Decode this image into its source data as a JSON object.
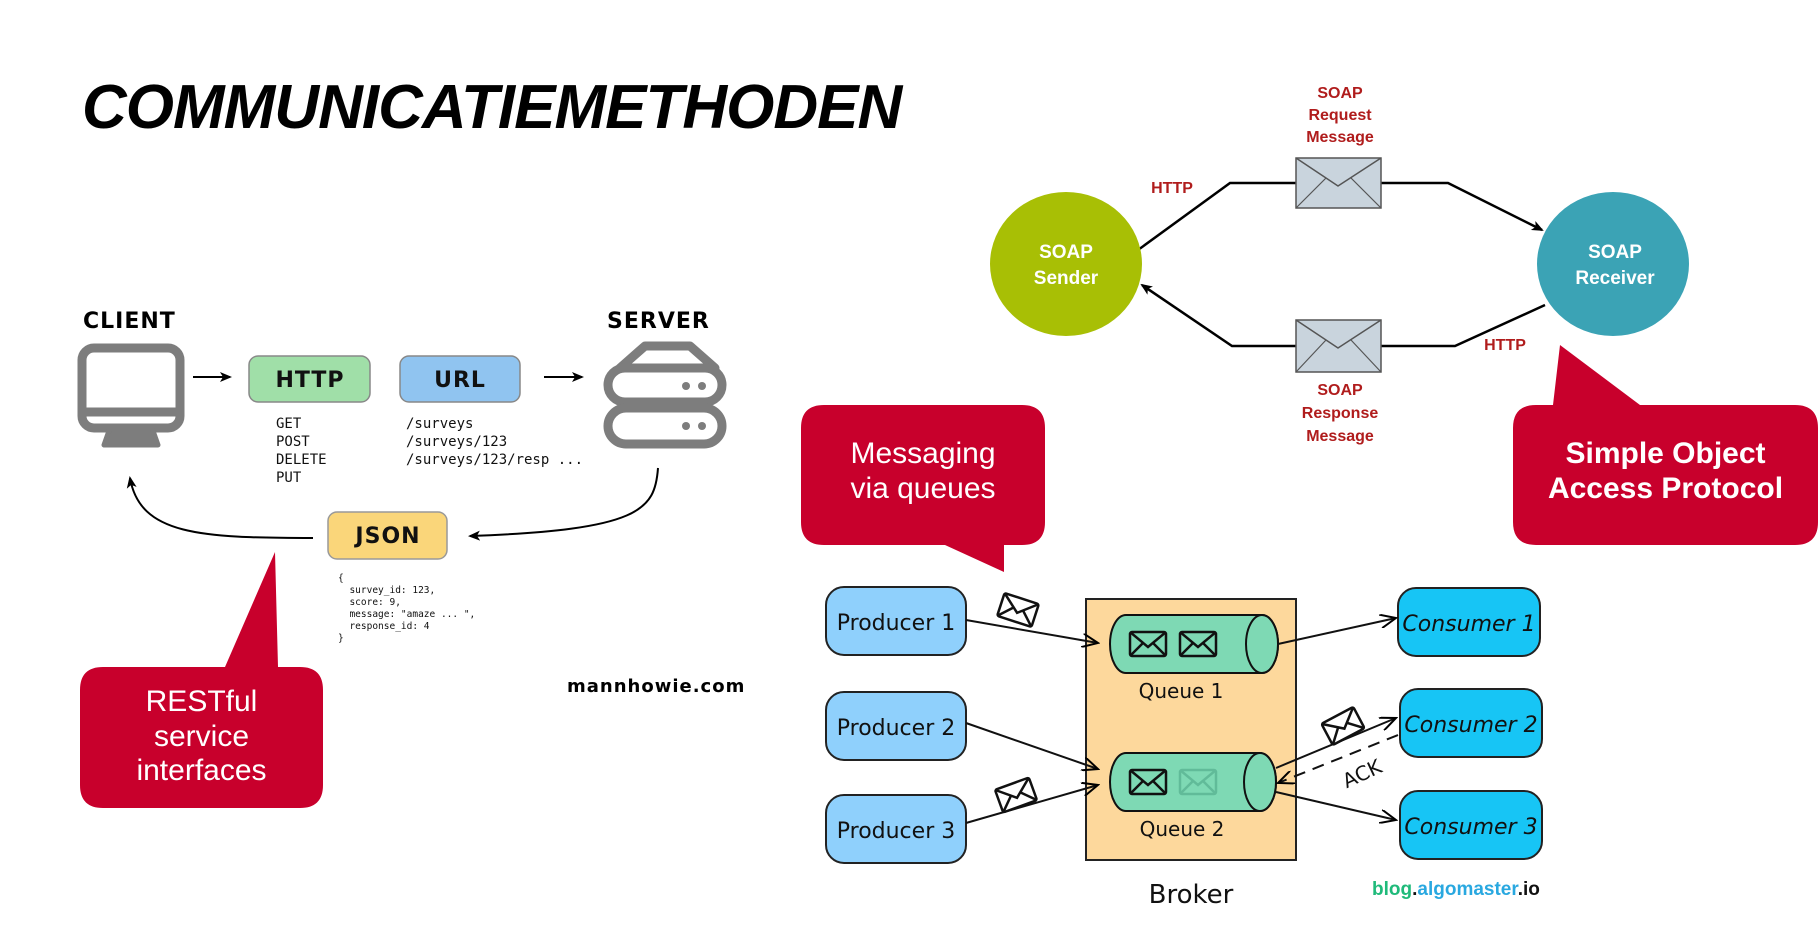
{
  "slide": {
    "title": "COMMUNICATIEMETHODEN"
  },
  "rest_diagram": {
    "client_label": "CLIENT",
    "server_label": "SERVER",
    "http_label": "HTTP",
    "url_label": "URL",
    "json_label": "JSON",
    "methods": [
      "GET",
      "POST",
      "DELETE",
      "PUT"
    ],
    "urls": [
      "/surveys",
      "/surveys/123",
      "/surveys/123/resp ..."
    ],
    "json_lines": [
      "{",
      "  survey_id: 123,",
      "  score: 9,",
      "  message: \"amaze ... \",",
      "  response_id: 4",
      "}"
    ],
    "credit": "mannhowie.com",
    "colors": {
      "http": "#a0dfa8",
      "url": "#90c4f0",
      "json": "#fad67a",
      "icon": "#7d7d7d"
    }
  },
  "soap_diagram": {
    "sender_label": [
      "SOAP",
      "Sender"
    ],
    "receiver_label": [
      "SOAP",
      "Receiver"
    ],
    "request_label": [
      "SOAP",
      "Request",
      "Message"
    ],
    "response_label": [
      "SOAP",
      "Response",
      "Message"
    ],
    "http_top": "HTTP",
    "http_bottom": "HTTP",
    "colors": {
      "sender": "#a8bf05",
      "receiver": "#3ba3b5",
      "envelope": "#c9d4dd",
      "label": "#b01c1c"
    }
  },
  "queue_diagram": {
    "producers": [
      "Producer 1",
      "Producer 2",
      "Producer 3"
    ],
    "consumers": [
      "Consumer 1",
      "Consumer 2",
      "Consumer 3"
    ],
    "queues": [
      "Queue 1",
      "Queue 2"
    ],
    "broker_label": "Broker",
    "ack_label": "ACK",
    "credit": {
      "part1": "blog",
      "dot1": ".",
      "part2": "algomaster",
      "dot2": ".",
      "part3": "io"
    },
    "colors": {
      "producer": "#8fd0fc",
      "consumer": "#17c5f5",
      "broker": "#fdd89c",
      "queue": "#7ed9b4",
      "credit_green": "#1fba7a",
      "credit_blue": "#29a8e0"
    }
  },
  "callouts": {
    "restful": [
      "RESTful",
      "service",
      "interfaces"
    ],
    "messaging": [
      "Messaging",
      "via queues"
    ],
    "soap": [
      "Simple Object",
      "Access Protocol"
    ],
    "color": "#c8002c"
  }
}
